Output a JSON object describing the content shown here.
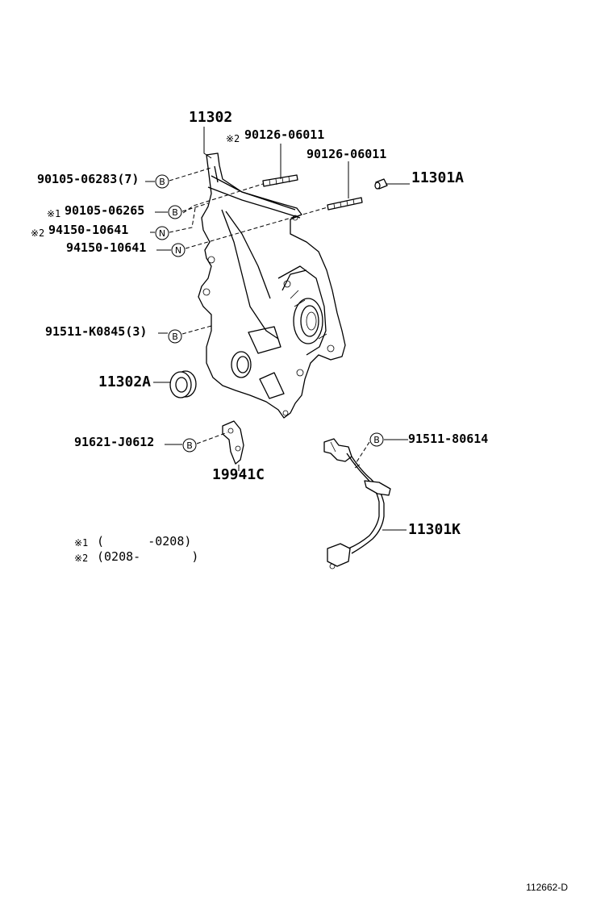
{
  "labels": {
    "p11302": "11302",
    "p90126_top_mark": "※2",
    "p90126_top": "90126-06011",
    "p90126_right": "90126-06011",
    "p11301A": "11301A",
    "p90105_06283": "90105-06283(7)",
    "p90105_06265_mark": "※1",
    "p90105_06265": "90105-06265",
    "p94150_a_mark": "※2",
    "p94150_a": "94150-10641",
    "p94150_b": "94150-10641",
    "p91511_K0845": "91511-K0845(3)",
    "p11302A": "11302A",
    "p91621_J0612": "91621-J0612",
    "p19941C": "19941C",
    "p91511_80614": "91511-80614",
    "p11301K": "11301K"
  },
  "circles": {
    "b": "B",
    "n": "N"
  },
  "notes": {
    "note1_mark": "※1",
    "note1_text": "(      -0208)",
    "note2_mark": "※2",
    "note2_text": "(0208-       )"
  },
  "ref_code": "112662-D"
}
